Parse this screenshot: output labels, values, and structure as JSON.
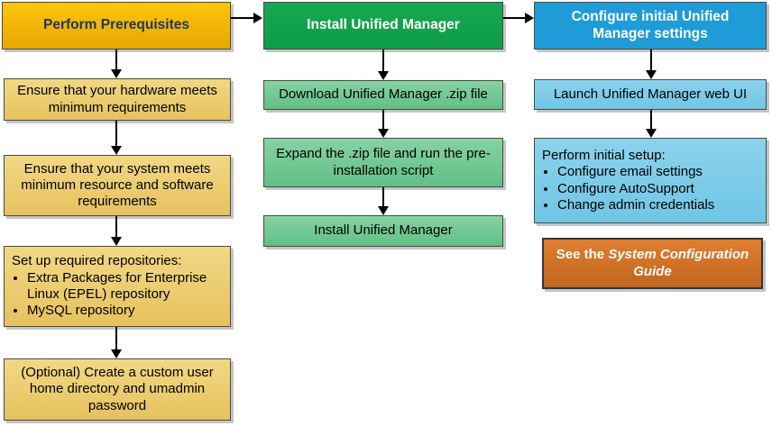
{
  "diagram": {
    "title_implicit": "Unified Manager installation workflow",
    "columns": [
      {
        "id": "prerequisites",
        "header": {
          "label": "Perform Prerequisites"
        },
        "boxes": [
          {
            "text": "Ensure that your hardware meets minimum requirements"
          },
          {
            "text": "Ensure that your system meets minimum resource and software requirements"
          },
          {
            "title": "Set up required repositories:",
            "bullets": [
              "Extra Packages for Enterprise Linux (EPEL) repository",
              "MySQL repository"
            ]
          },
          {
            "text": "(Optional) Create a custom user home directory and umadmin password"
          }
        ]
      },
      {
        "id": "install",
        "header": {
          "label": "Install Unified Manager"
        },
        "boxes": [
          {
            "text": "Download Unified Manager .zip file"
          },
          {
            "text": "Expand the .zip file and run the pre-installation script"
          },
          {
            "text": "Install Unified Manager"
          }
        ]
      },
      {
        "id": "configure",
        "header": {
          "label": "Configure initial Unified Manager settings"
        },
        "boxes": [
          {
            "text": "Launch Unified Manager web UI"
          },
          {
            "title": "Perform initial setup:",
            "bullets": [
              "Configure email settings",
              "Configure AutoSupport",
              "Change admin credentials"
            ]
          },
          {
            "prefix": "See the ",
            "italic_title": "System Configuration Guide"
          }
        ]
      }
    ],
    "colors": {
      "prerequisites_header": "#F5B700",
      "prerequisites_box": "#EDCF74",
      "prerequisites_header_text": "#1F3864",
      "install_header": "#12A24B",
      "install_box": "#74C996",
      "configure_header": "#1F9CD8",
      "configure_box": "#7FCDE9",
      "guide_box": "#D2721F",
      "connector": "#000000"
    }
  }
}
